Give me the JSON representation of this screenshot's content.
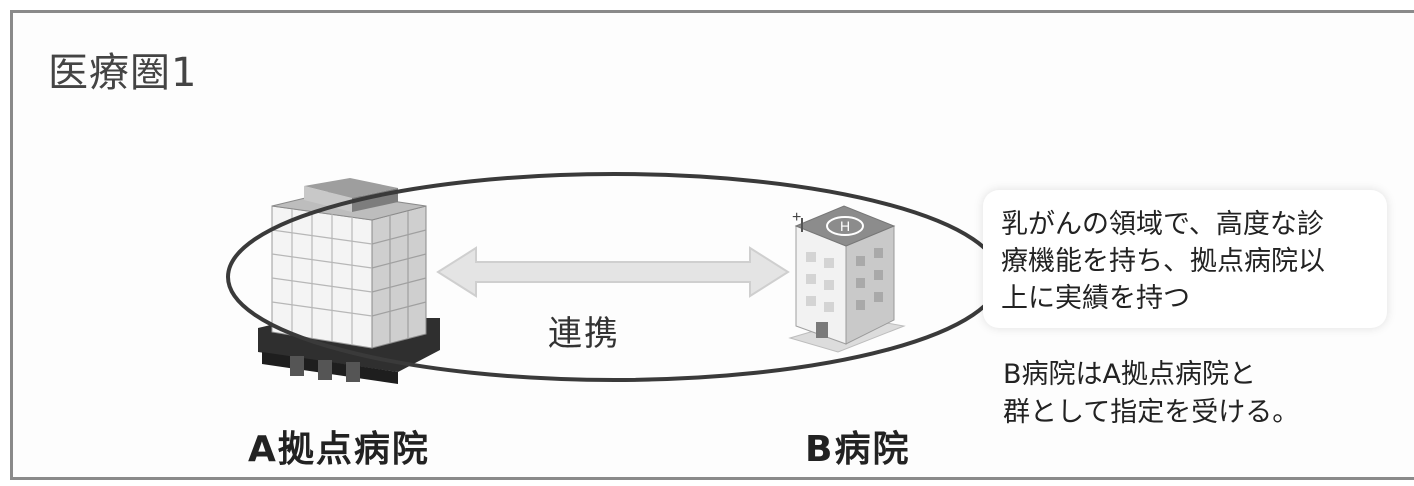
{
  "title": "医療圏1",
  "link_label": "連携",
  "hospital_a": {
    "label": "A拠点病院"
  },
  "hospital_b": {
    "label": "B病院",
    "helipad_letter": "H",
    "cross": "+"
  },
  "callout": {
    "lines": [
      "乳がんの領域で、高度な診",
      "療機能を持ち、拠点病院以",
      "上に実績を持つ"
    ]
  },
  "note": {
    "lines": [
      "B病院はA拠点病院と",
      "群として指定を受ける。"
    ]
  },
  "colors": {
    "ellipse": "#3a3a3a",
    "arrow": "#d9d9d9",
    "frame": "#8a8a8a"
  }
}
